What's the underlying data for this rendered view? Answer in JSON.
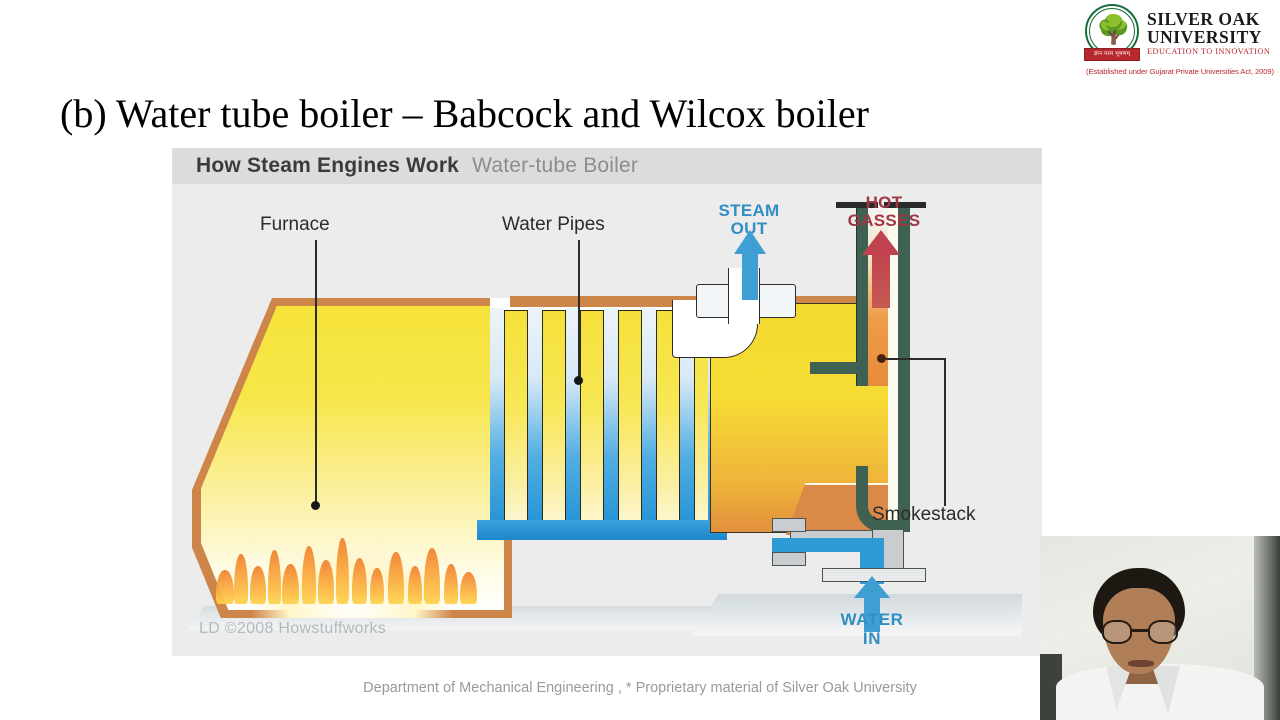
{
  "logo": {
    "seal_text": "SILVER OAK UNIVERSITY",
    "ribbon_text": "ज्ञान परम भूषणम्",
    "title_line1": "SILVER OAK",
    "title_line2": "UNIVERSITY",
    "tagline": "EDUCATION TO INNOVATION",
    "established": "(Established under Gujarat Private Universities Act, 2009)",
    "brand_green": "#1a6e3c",
    "brand_red": "#b6282e"
  },
  "slide": {
    "title": "(b) Water tube boiler – Babcock and Wilcox boiler"
  },
  "figure": {
    "header_bold": "How Steam Engines Work",
    "header_light": "Water-tube Boiler",
    "credit": "LD ©2008 Howstuffworks",
    "labels": {
      "furnace": "Furnace",
      "water_pipes": "Water Pipes",
      "steam_out": "STEAM\nOUT",
      "steam_out_line1": "STEAM",
      "steam_out_line2": "OUT",
      "hot_gasses_line1": "HOT",
      "hot_gasses_line2": "GASSES",
      "smokestack": "Smokestack",
      "water_in_line1": "WATER",
      "water_in_line2": "IN"
    },
    "colors": {
      "panel_bg": "#ececed",
      "header_bar": "#dcdcdc",
      "furnace_wall": "#cd8549",
      "furnace_fill": "#f6e33a",
      "water_blue": "#2f9bd6",
      "steam_blue": "#2f8fc4",
      "hot_red": "#9e3743",
      "stack_green": "#3f6152",
      "drum_orange": "#e2903c"
    }
  },
  "footer": {
    "text": "Department of Mechanical Engineering , * Proprietary material of Silver Oak University"
  },
  "webcam": {
    "alt": "presenter-video-feed"
  }
}
